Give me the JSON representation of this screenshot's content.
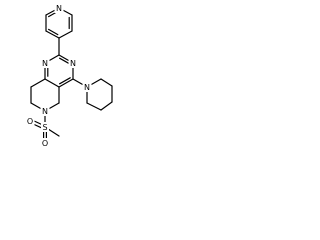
{
  "molecule": {
    "atoms": {
      "pyridine_n": "N",
      "pyrimidine_n_left": "N",
      "pyrimidine_n_right": "N",
      "piperidine_n": "N",
      "tetrahydro_n": "N",
      "sulfur": "S",
      "oxygen_left": "O",
      "oxygen_bottom": "O"
    },
    "colors": {
      "bond": "#000000",
      "label": "#000000",
      "background": "#ffffff"
    }
  }
}
